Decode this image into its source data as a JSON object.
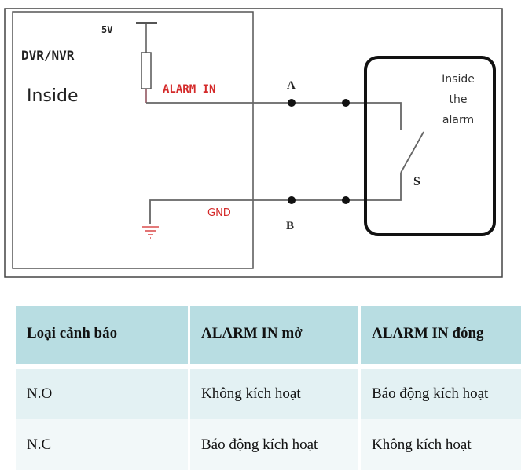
{
  "diagram": {
    "dvr_label": "DVR/NVR",
    "dvr_inside_label": "Inside",
    "voltage_label": "5V",
    "alarm_in_label": "ALARM IN",
    "gnd_label": "GND",
    "terminal_a_label": "A",
    "terminal_b_label": "B",
    "switch_label": "S",
    "alarm_inside_lines": [
      "Inside",
      "the",
      "alarm"
    ],
    "colors": {
      "signal_label": "#d42a2a",
      "wire": "#555555",
      "wire_inner": "#8a4a55",
      "alarm_box": "#111111"
    }
  },
  "table": {
    "headers": [
      "Loại cảnh báo",
      "ALARM IN mở",
      "ALARM IN đóng"
    ],
    "rows": [
      [
        "N.O",
        "Không kích hoạt",
        "Báo động kích hoạt"
      ],
      [
        "N.C",
        "Báo động kích hoạt",
        "Không kích hoạt"
      ]
    ],
    "colors": {
      "header_bg": "#b8dde2",
      "row1_bg": "#e3f1f3",
      "row2_bg": "#f2f8f9"
    }
  }
}
